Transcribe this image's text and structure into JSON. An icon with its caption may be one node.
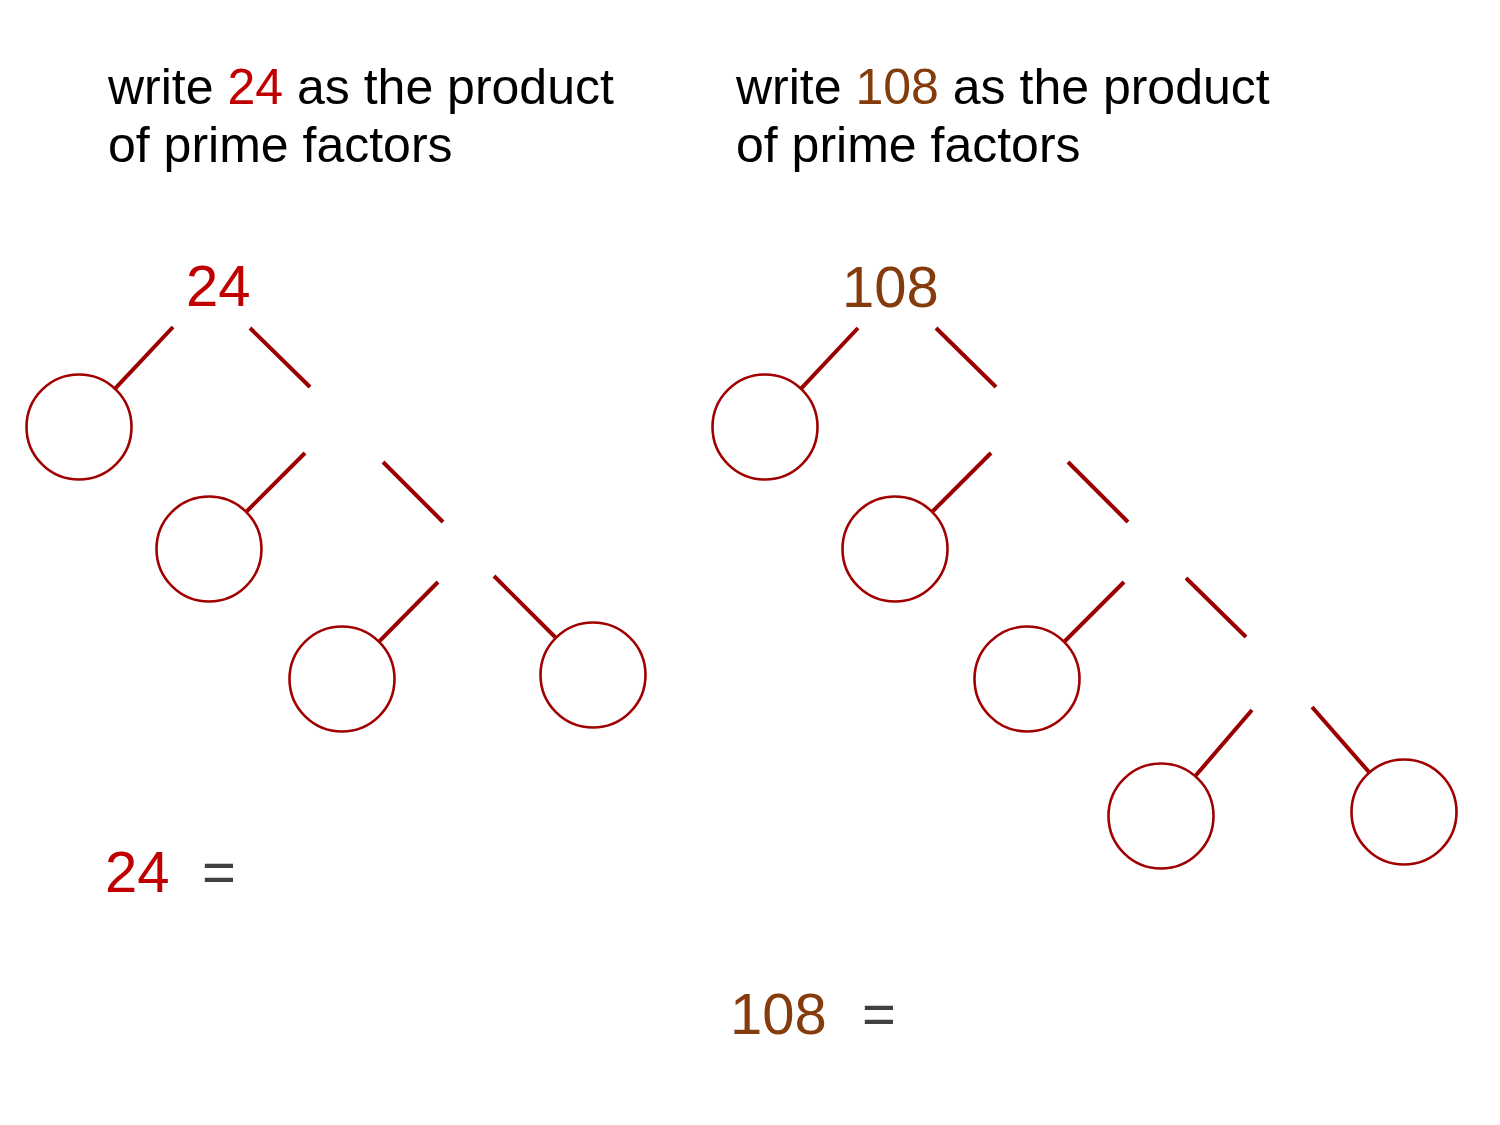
{
  "diagram": {
    "nodes": [
      {
        "text": [
          "24"
        ]
      },
      {
        "text": [],
        "shape": "circle"
      },
      {
        "text": [],
        "shape": "circle"
      },
      {
        "text": [],
        "shape": "circle"
      },
      {
        "text": [],
        "shape": "circle"
      },
      {
        "text": [
          "108"
        ]
      },
      {
        "text": [],
        "shape": "circle"
      },
      {
        "text": [],
        "shape": "circle"
      },
      {
        "text": [],
        "shape": "circle"
      },
      {
        "text": [],
        "shape": "circle"
      },
      {
        "text": [],
        "shape": "circle"
      }
    ],
    "edges": [
      {
        "from": 0,
        "to": 1,
        "arrow": "none"
      },
      {
        "from": 0,
        "to": null,
        "arrow": "none"
      },
      {
        "from": null,
        "to": 2,
        "arrow": "none"
      },
      {
        "from": null,
        "to": 3,
        "arrow": "none"
      },
      {
        "from": null,
        "to": 4,
        "arrow": "none"
      },
      {
        "from": 5,
        "to": 6,
        "arrow": "none"
      },
      {
        "from": 5,
        "to": null,
        "arrow": "none"
      },
      {
        "from": null,
        "to": 7,
        "arrow": "none"
      },
      {
        "from": null,
        "to": 8,
        "arrow": "none"
      },
      {
        "from": null,
        "to": 9,
        "arrow": "none"
      },
      {
        "from": null,
        "to": 10,
        "arrow": "none"
      }
    ],
    "labels": [
      "write 24 as the product of prime factors",
      "write 108 as the product of prime factors",
      "24",
      "=",
      "108",
      "="
    ]
  }
}
